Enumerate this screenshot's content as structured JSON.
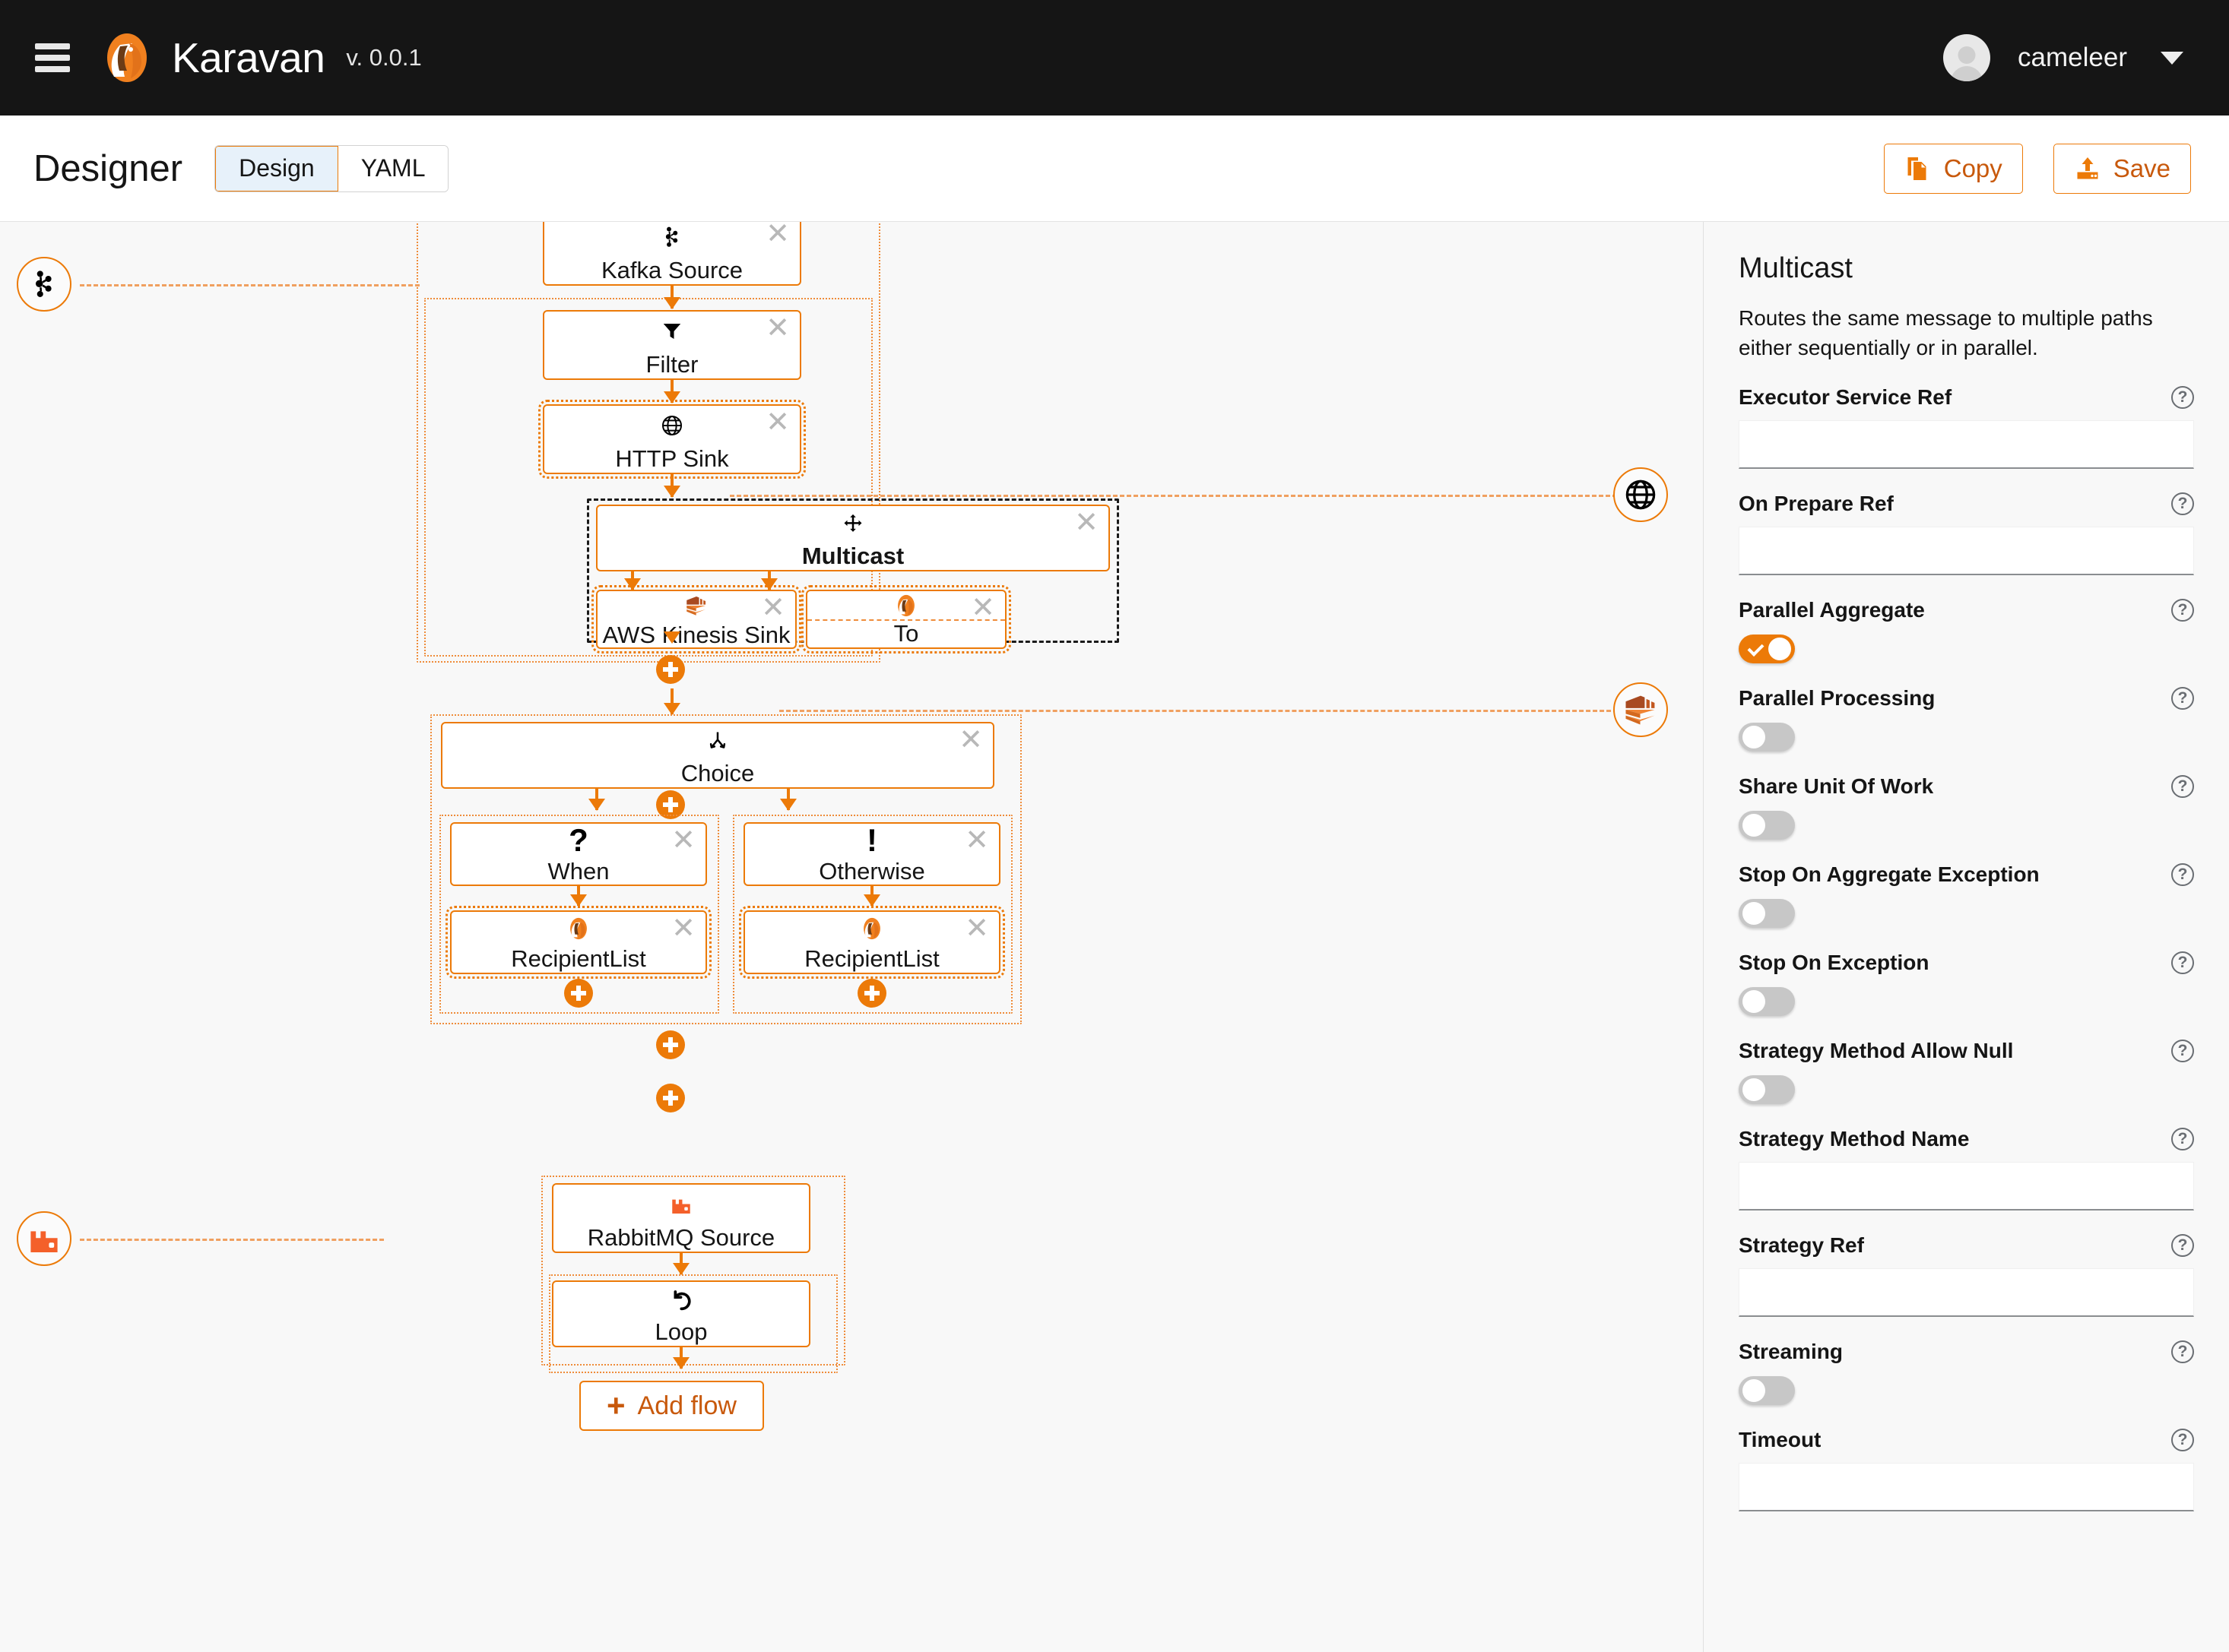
{
  "masthead": {
    "menu_icon": "hamburger-icon",
    "logo_icon": "camel-logo-icon",
    "brand": "Karavan",
    "version": "v. 0.0.1",
    "user": "cameleer",
    "caret_icon": "chevron-down-icon"
  },
  "toolbar": {
    "page_title": "Designer",
    "tabs": [
      {
        "label": "Design",
        "active": true
      },
      {
        "label": "YAML",
        "active": false
      }
    ],
    "copy_label": "Copy",
    "copy_icon": "copy-icon",
    "save_label": "Save",
    "save_icon": "upload-save-icon"
  },
  "canvas": {
    "add_flow_label": "Add flow",
    "add_flow_icon": "plus-icon",
    "connectors": [
      {
        "name": "kafka-connector-badge",
        "icon": "kafka-icon",
        "side": "left"
      },
      {
        "name": "http-connector-badge",
        "icon": "globe-icon",
        "side": "right"
      },
      {
        "name": "aws-kinesis-connector-badge",
        "icon": "aws-kinesis-icon",
        "side": "right"
      },
      {
        "name": "rabbitmq-connector-badge",
        "icon": "rabbitmq-icon",
        "side": "left"
      }
    ],
    "nodes": {
      "kafka_source": {
        "label": "Kafka Source",
        "icon": "kafka-icon"
      },
      "filter": {
        "label": "Filter",
        "icon": "funnel-filter-icon"
      },
      "http_sink": {
        "label": "HTTP Sink",
        "icon": "globe-icon"
      },
      "multicast": {
        "label": "Multicast",
        "icon": "move-arrows-icon"
      },
      "aws_kinesis_sink": {
        "label": "AWS Kinesis Sink",
        "icon": "aws-kinesis-icon"
      },
      "to": {
        "label": "To",
        "icon": "camel-logo-icon"
      },
      "choice": {
        "label": "Choice",
        "icon": "branch-fork-icon"
      },
      "when": {
        "label": "When",
        "icon": "question-mark-icon"
      },
      "otherwise": {
        "label": "Otherwise",
        "icon": "exclamation-mark-icon"
      },
      "recipient_list_when": {
        "label": "RecipientList",
        "icon": "camel-logo-icon"
      },
      "recipient_list_otherwise": {
        "label": "RecipientList",
        "icon": "camel-logo-icon"
      },
      "rabbitmq_source": {
        "label": "RabbitMQ Source",
        "icon": "rabbitmq-icon"
      },
      "loop": {
        "label": "Loop",
        "icon": "loop-undo-icon"
      }
    },
    "close_glyph": "✕"
  },
  "panel": {
    "title": "Multicast",
    "description": "Routes the same message to multiple paths either sequentially or in parallel.",
    "help_glyph": "?",
    "fields": [
      {
        "label": "Executor Service Ref",
        "type": "text",
        "value": ""
      },
      {
        "label": "On Prepare Ref",
        "type": "text",
        "value": ""
      },
      {
        "label": "Parallel Aggregate",
        "type": "toggle",
        "on": true
      },
      {
        "label": "Parallel Processing",
        "type": "toggle",
        "on": false
      },
      {
        "label": "Share Unit Of Work",
        "type": "toggle",
        "on": false
      },
      {
        "label": "Stop On Aggregate Exception",
        "type": "toggle",
        "on": false
      },
      {
        "label": "Stop On Exception",
        "type": "toggle",
        "on": false
      },
      {
        "label": "Strategy Method Allow Null",
        "type": "toggle",
        "on": false
      },
      {
        "label": "Strategy Method Name",
        "type": "text",
        "value": ""
      },
      {
        "label": "Strategy Ref",
        "type": "text",
        "value": ""
      },
      {
        "label": "Streaming",
        "type": "toggle",
        "on": false
      },
      {
        "label": "Timeout",
        "type": "text",
        "value": ""
      }
    ]
  },
  "colors": {
    "accent": "#ec7a08",
    "accent_dark": "#c8590c",
    "masthead_bg": "#151515",
    "canvas_bg": "#f8f8f8"
  }
}
